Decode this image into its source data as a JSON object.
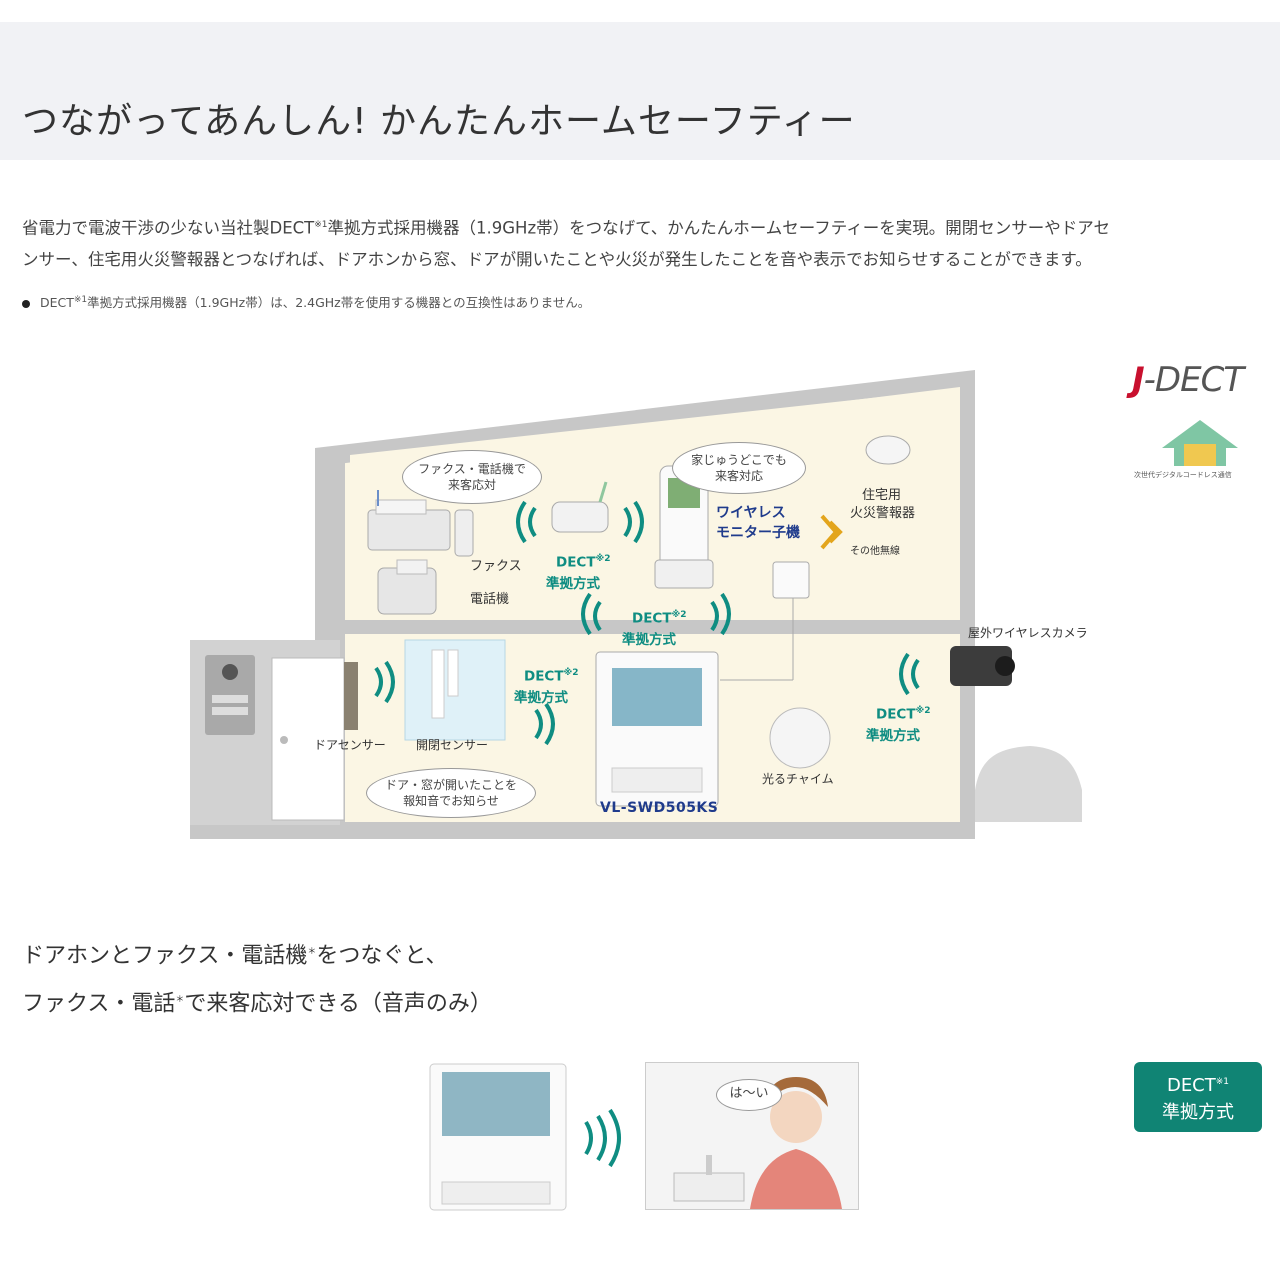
{
  "header": {
    "title": "つながってあんしん! かんたんホームセーフティー"
  },
  "intro": {
    "line1_a": "省電力で電波干渉の少ない当社製DECT",
    "line1_sup": "※1",
    "line1_b": "準拠方式採用機器（1.9GHz帯）をつなげて、かんたんホームセーフティーを実現。開閉センサーやドアセ",
    "line2": "ンサー、住宅用火災警報器とつなげれば、ドアホンから窓、ドアが開いたことや火災が発生したことを音や表示でお知らせすることができます。"
  },
  "note": {
    "a": "DECT",
    "sup": "※1",
    "b": "準拠方式採用機器（1.9GHz帯）は、2.4GHz帯を使用する機器との互換性はありません。"
  },
  "diagram": {
    "logo": {
      "text_j": "J",
      "text_rest": "-DECT",
      "sub": "次世代デジタルコードレス通信"
    },
    "bubble_fax": [
      "ファクス・電話機で",
      "来客応対"
    ],
    "bubble_home": [
      "家じゅうどこでも",
      "来客対応"
    ],
    "bubble_door": [
      "ドア・窓が開いたことを",
      "報知音でお知らせ"
    ],
    "fax_label": "ファクス",
    "phone_label": "電話機",
    "dect_label": "DECT",
    "dect_sup": "※2",
    "dect_sub": "準拠方式",
    "wireless_monitor": [
      "ワイヤレス",
      "モニター子機"
    ],
    "fire_alarm": [
      "住宅用",
      "火災警報器"
    ],
    "other_radio": "その他無線",
    "outdoor_camera": "屋外ワイヤレスカメラ",
    "door_sensor": "ドアセンサー",
    "open_sensor": "開閉センサー",
    "chime": "光るチャイム",
    "model": "VL-SWD505KS"
  },
  "subhead": {
    "line1_a": "ドアホンとファクス・電話機",
    "line1_sup": "＊",
    "line1_b": "をつなぐと、",
    "line2_a": "ファクス・電話",
    "line2_sup": "＊",
    "line2_b": "で来客応対できる（音声のみ）"
  },
  "bottom": {
    "speech": "は〜い",
    "badge_line1": "DECT",
    "badge_sup": "※1",
    "badge_line2": "準拠方式"
  },
  "colors": {
    "teal": "#0f8d82",
    "house_fill": "#fbf6e4",
    "house_wall": "#c7c7c7",
    "badge": "#108474"
  }
}
